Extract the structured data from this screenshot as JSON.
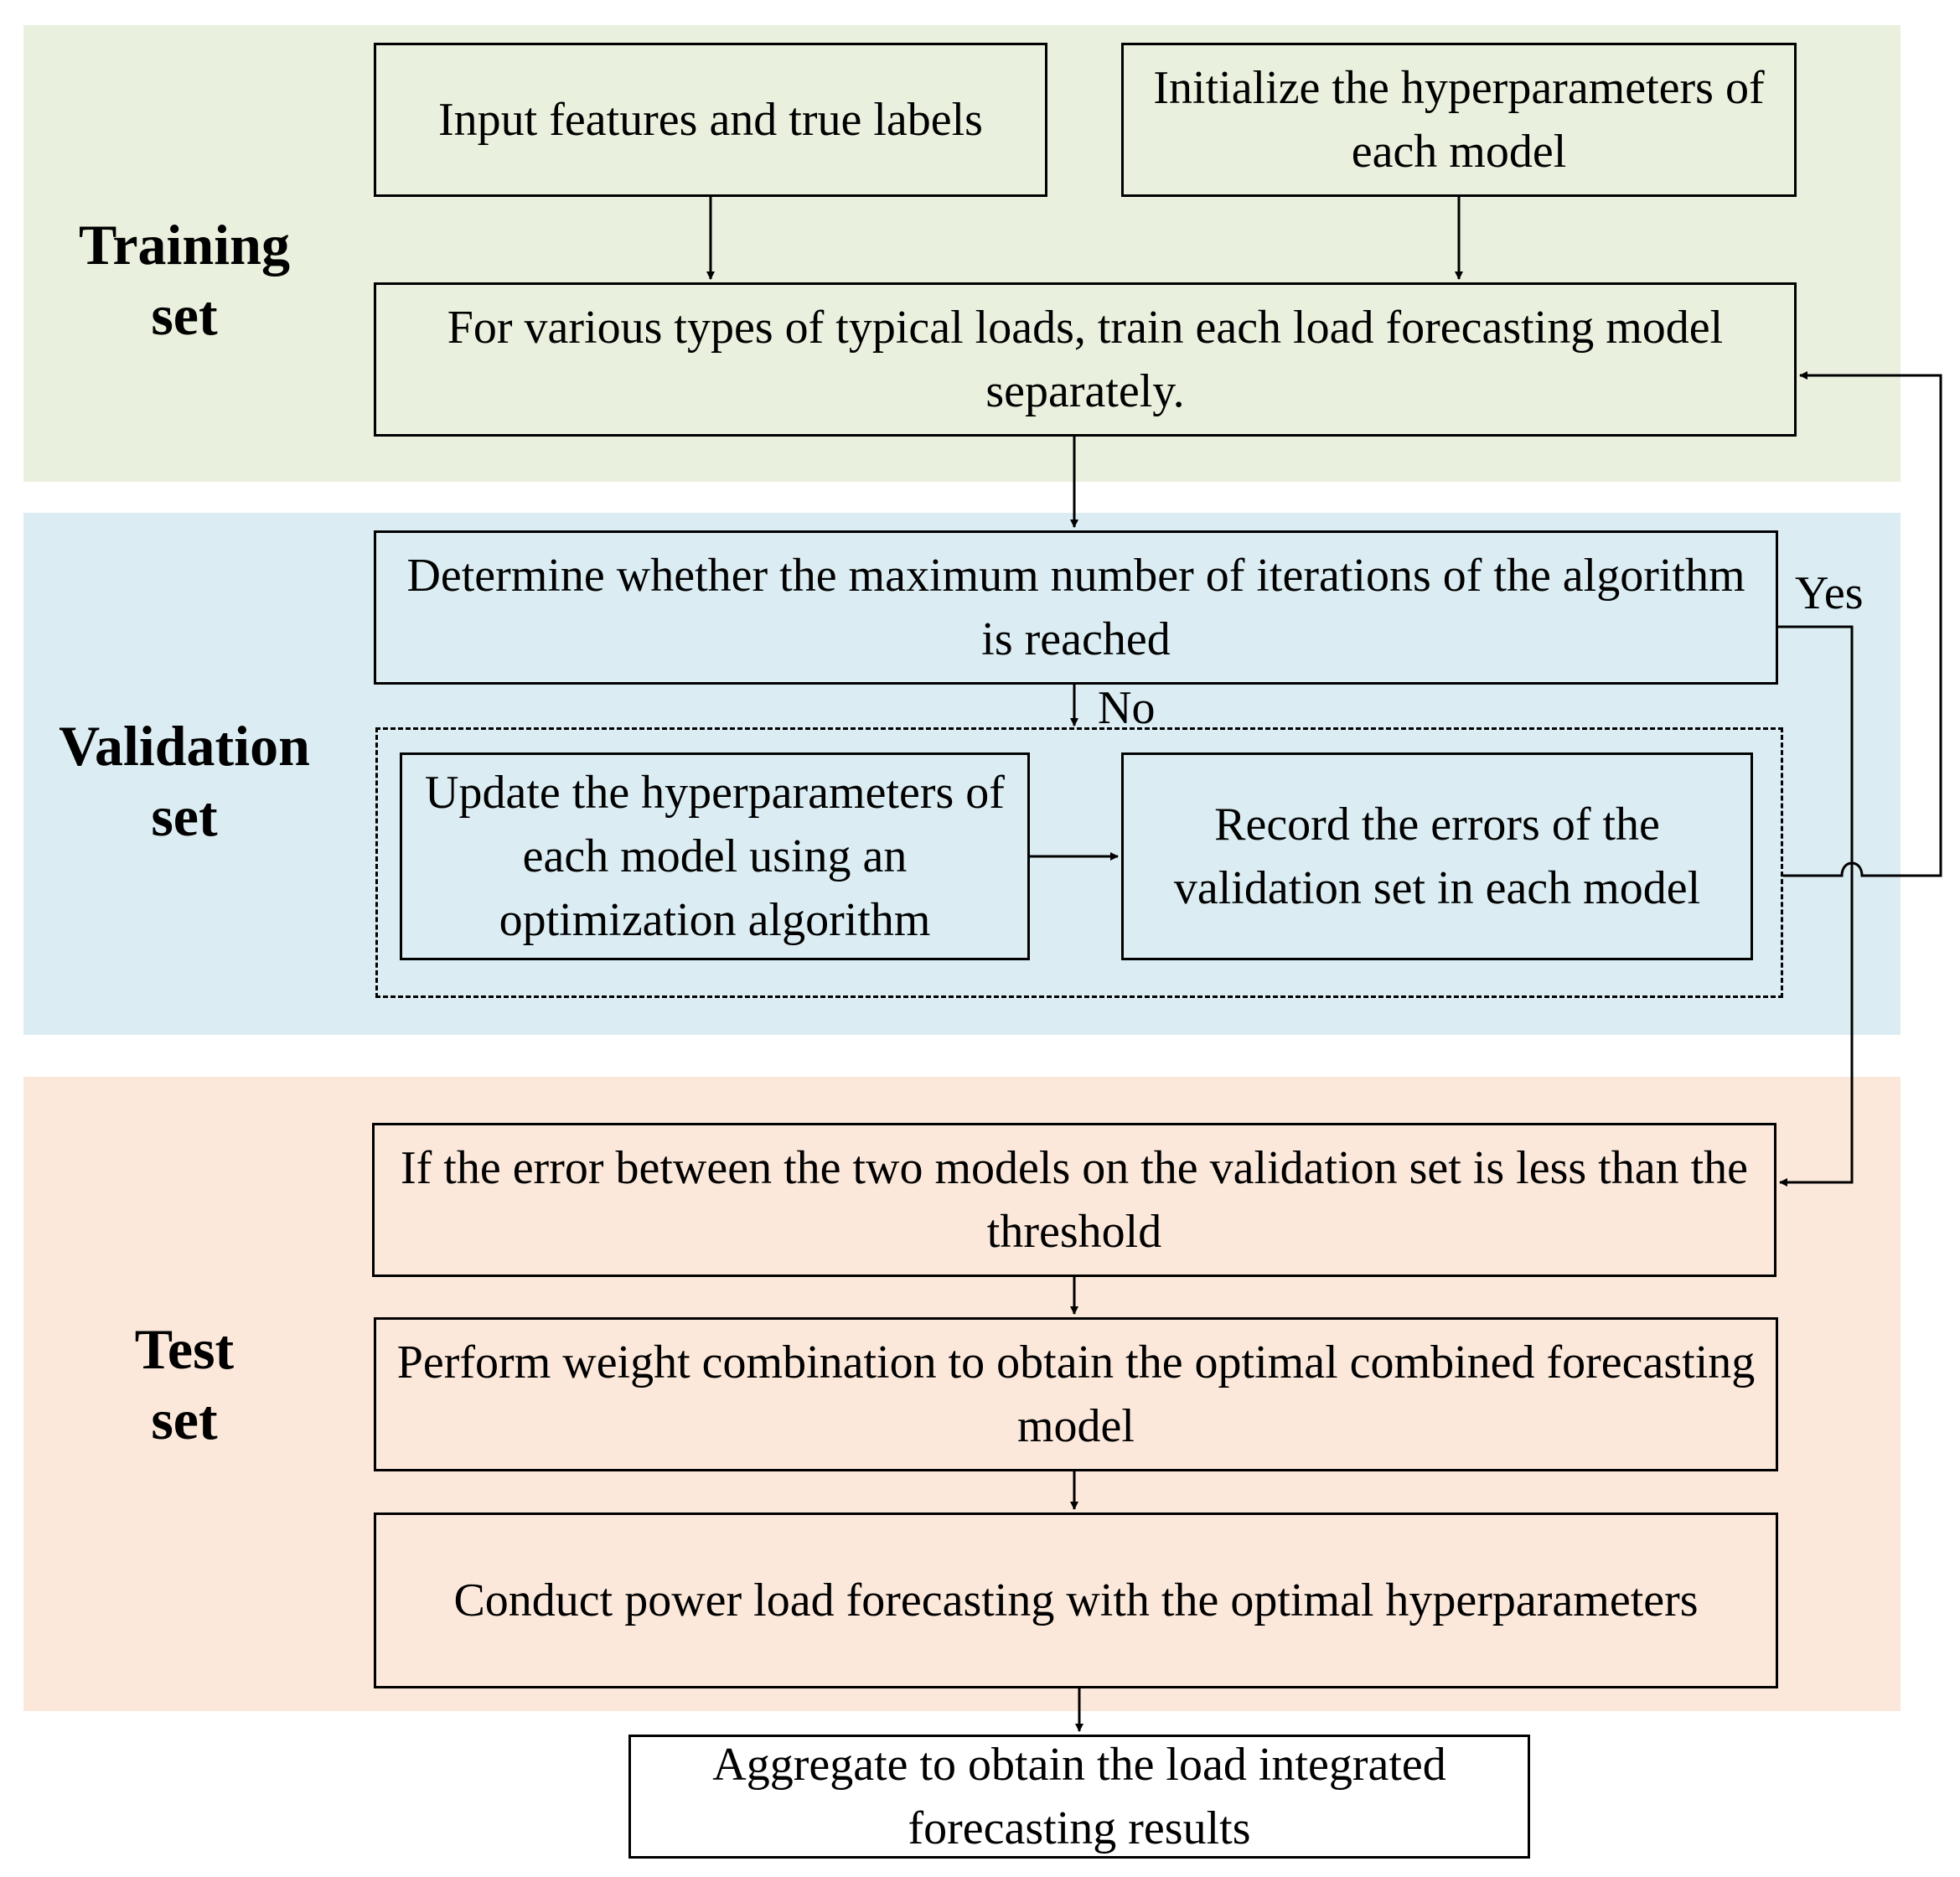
{
  "sections": {
    "training": "Training\nset",
    "validation": "Validation\nset",
    "test": "Test\nset"
  },
  "boxes": {
    "input_features": "Input features and true labels",
    "init_hyperparams": "Initialize the hyperparameters of each model",
    "train_models": "For various types of typical loads, train each load forecasting model separately.",
    "determine_max_iter": "Determine whether the maximum number of iterations of the algorithm is reached",
    "update_hyperparams": "Update the hyperparameters of each model using an optimization algorithm",
    "record_errors": "Record the errors of the validation set in each model",
    "error_threshold": "If the error between the two models on the validation set is less than the threshold",
    "weight_combination": "Perform weight combination to obtain the optimal combined forecasting model",
    "conduct_forecasting": "Conduct power load forecasting with the optimal hyperparameters",
    "aggregate": "Aggregate to obtain the load integrated forecasting results"
  },
  "labels": {
    "yes": "Yes",
    "no": "No"
  },
  "colors": {
    "training_band": "#e9f0dd",
    "validation_band": "#dbedf2",
    "test_band": "#fbe8da",
    "stroke": "#000000"
  }
}
